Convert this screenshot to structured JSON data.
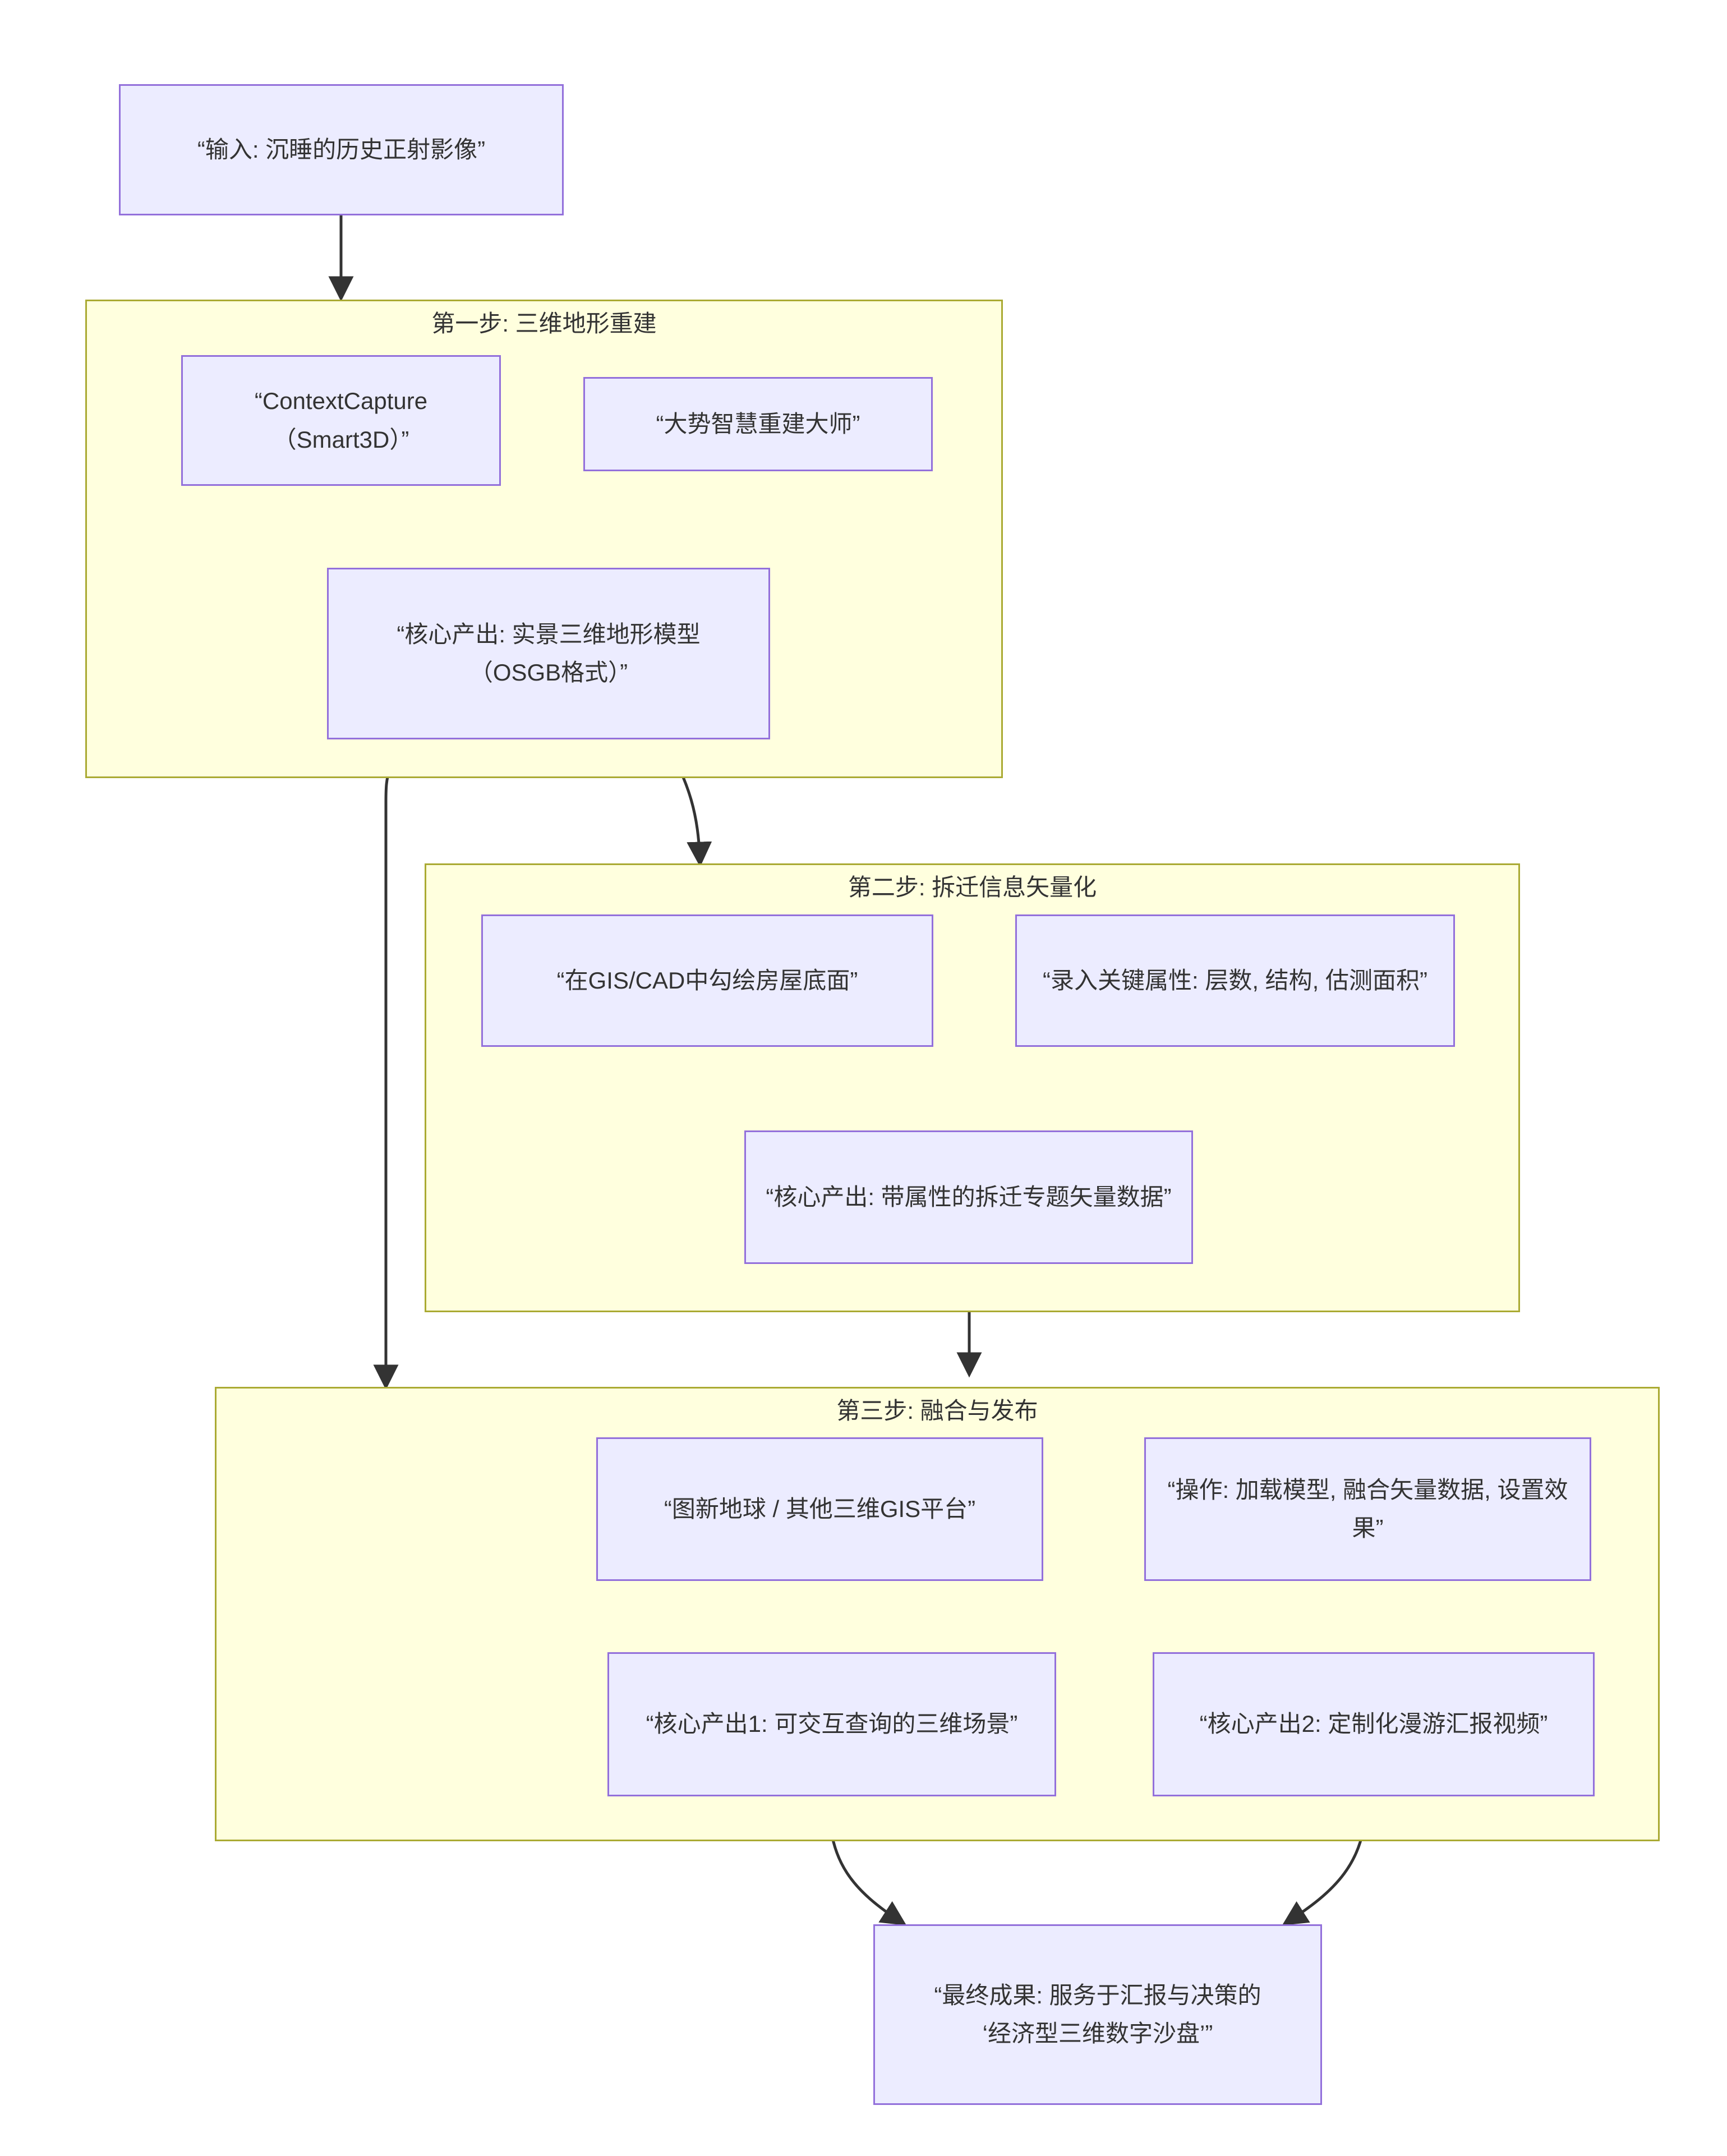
{
  "diagram": {
    "type": "flowchart",
    "direction": "top-down",
    "background": "#ffffff",
    "palette": {
      "node_fill": "#ececff",
      "node_stroke": "#9370db",
      "subgraph_fill": "#ffffde",
      "subgraph_stroke": "#aaaa33",
      "edge_stroke": "#333333",
      "text": "#333333"
    },
    "nodes": [
      {
        "id": "input",
        "label": "“输入: 沉睡的历史正射影像”"
      },
      {
        "id": "cc",
        "label": "“ContextCapture\n（Smart3D）”"
      },
      {
        "id": "dsmart",
        "label": "“大势智慧重建大师”"
      },
      {
        "id": "out1",
        "label": "“核心产出: 实景三维地形模型\n（OSGB格式）”"
      },
      {
        "id": "giscad",
        "label": "“在GIS/CAD中勾绘房屋底面”"
      },
      {
        "id": "attrs",
        "label": "“录入关键属性: 层数, 结构, 估测面积”"
      },
      {
        "id": "out2",
        "label": "“核心产出: 带属性的拆迁专题矢量数据”"
      },
      {
        "id": "platform",
        "label": "“图新地球 / 其他三维GIS平台”"
      },
      {
        "id": "operate",
        "label": "“操作: 加载模型, 融合矢量数据, 设置效果”"
      },
      {
        "id": "result1",
        "label": "“核心产出1: 可交互查询的三维场景”"
      },
      {
        "id": "result2",
        "label": "“核心产出2: 定制化漫游汇报视频”"
      },
      {
        "id": "final",
        "label": "“最终成果: 服务于汇报与决策的\n‘经济型三维数字沙盘’”"
      }
    ],
    "subgraphs": [
      {
        "id": "step1",
        "title": "第一步: 三维地形重建"
      },
      {
        "id": "step2",
        "title": "第二步: 拆迁信息矢量化"
      },
      {
        "id": "step3",
        "title": "第三步: 融合与发布"
      }
    ],
    "edges": [
      {
        "from": "input",
        "to": "step1"
      },
      {
        "from": "cc",
        "to": "out1"
      },
      {
        "from": "dsmart",
        "to": "out1"
      },
      {
        "from": "out1",
        "to": "step2"
      },
      {
        "from": "out1",
        "to": "step3"
      },
      {
        "from": "giscad",
        "to": "out2"
      },
      {
        "from": "attrs",
        "to": "out2"
      },
      {
        "from": "out2",
        "to": "step3"
      },
      {
        "from": "platform",
        "to": "result1"
      },
      {
        "from": "operate",
        "to": "result1"
      },
      {
        "from": "operate",
        "to": "result2"
      },
      {
        "from": "result1",
        "to": "final"
      },
      {
        "from": "result2",
        "to": "final"
      }
    ]
  }
}
